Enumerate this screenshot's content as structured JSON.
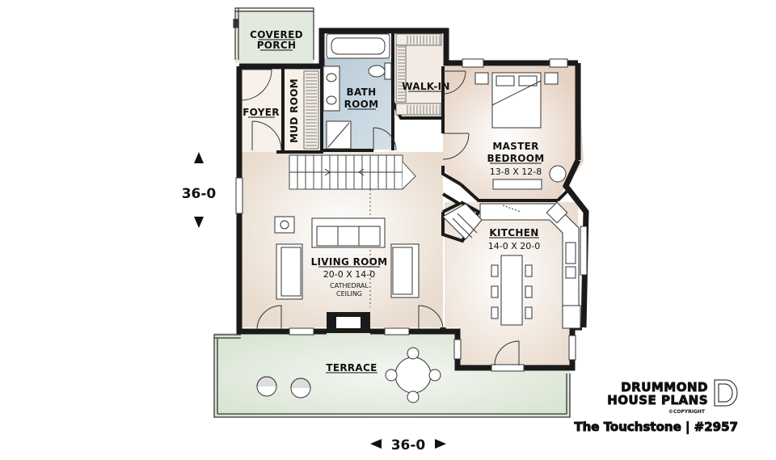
{
  "plan": {
    "dimension_vertical": "36-0",
    "dimension_horizontal": "36-0",
    "rooms": {
      "covered_porch": {
        "line1": "COVERED",
        "line2": "PORCH"
      },
      "foyer": {
        "name": "FOYER"
      },
      "mud_room": {
        "name": "MUD ROOM"
      },
      "bath_room": {
        "line1": "BATH",
        "line2": "ROOM"
      },
      "walk_in": {
        "name": "WALK-IN"
      },
      "master_bedroom": {
        "line1": "MASTER",
        "line2": "BEDROOM",
        "size": "13-8 X 12-8"
      },
      "kitchen": {
        "name": "KITCHEN",
        "size": "14-0 X 20-0"
      },
      "living_room": {
        "name": "LIVING ROOM",
        "size": "20-0 X 14-0",
        "note1": "CATHEDRAL",
        "note2": "CEILING"
      },
      "terrace": {
        "name": "TERRACE"
      }
    },
    "colors": {
      "wall": "#1a1a1a",
      "bath_fill": "#c3d3de",
      "bedroom_fill": "#ecdcd0",
      "living_fill": "#ede3d8",
      "terrace_fill": "#dde7d8",
      "porch_fill": "#dfe8da"
    }
  },
  "brand": {
    "line1": "DRUMMOND",
    "line2": "HOUSE PLANS",
    "copyright": "©COPYRIGHT",
    "caption": "The Touchstone | #2957"
  }
}
